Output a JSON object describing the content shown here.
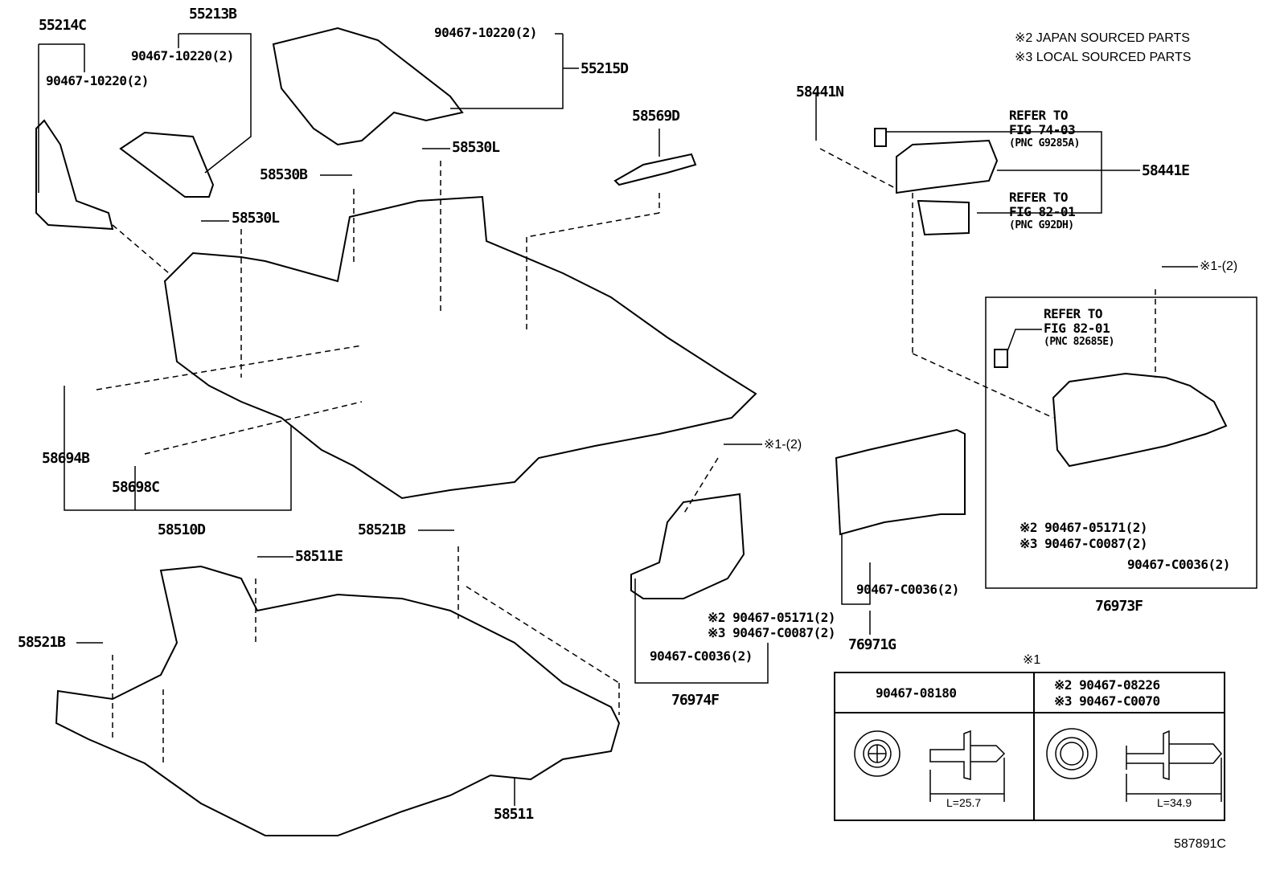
{
  "legend": {
    "note2": "※2 JAPAN SOURCED PARTS",
    "note3": "※3 LOCAL SOURCED PARTS"
  },
  "labels": {
    "p55214C": "55214C",
    "p55213B": "55213B",
    "clip_55213B": "90467-10220(2)",
    "clip_55214C": "90467-10220(2)",
    "clip_55215D": "90467-10220(2)",
    "p55215D": "55215D",
    "p58569D": "58569D",
    "p58530L_a": "58530L",
    "p58530B": "58530B",
    "p58530L_b": "58530L",
    "p58694B": "58694B",
    "p58698C": "58698C",
    "p58510D": "58510D",
    "p58521B_a": "58521B",
    "p58511E": "58511E",
    "p58521B_b": "58521B",
    "p58511": "58511",
    "p58441N": "58441N",
    "p58441E": "58441E",
    "refer1": [
      "REFER TO",
      "FIG 74-03",
      "(PNC G9285A)"
    ],
    "refer2": [
      "REFER TO",
      "FIG 82-01",
      "(PNC G92DH)"
    ],
    "refer3": [
      "REFER TO",
      "FIG 82-01",
      "(PNC 82685E)"
    ],
    "x1_right": "※1-(2)",
    "x1_mid": "※1-(2)",
    "clip_76973F_2": "※2 90467-05171(2)",
    "clip_76973F_3": "※3 90467-C0087(2)",
    "clip_76973F_c": "90467-C0036(2)",
    "p76973F": "76973F",
    "clip_76974F_2": "※2 90467-05171(2)",
    "clip_76974F_3": "※3 90467-C0087(2)",
    "clip_76974F_c": "90467-C0036(2)",
    "p76974F": "76974F",
    "clip_76971G": "90467-C0036(2)",
    "p76971G": "76971G",
    "figure_id": "587891C"
  },
  "clip_table": {
    "title": "※1",
    "left": {
      "part": "90467-08180",
      "length": "L=25.7"
    },
    "right": {
      "line2": "※2  90467-08226",
      "line3": "※3  90467-C0070",
      "length": "L=34.9"
    }
  }
}
